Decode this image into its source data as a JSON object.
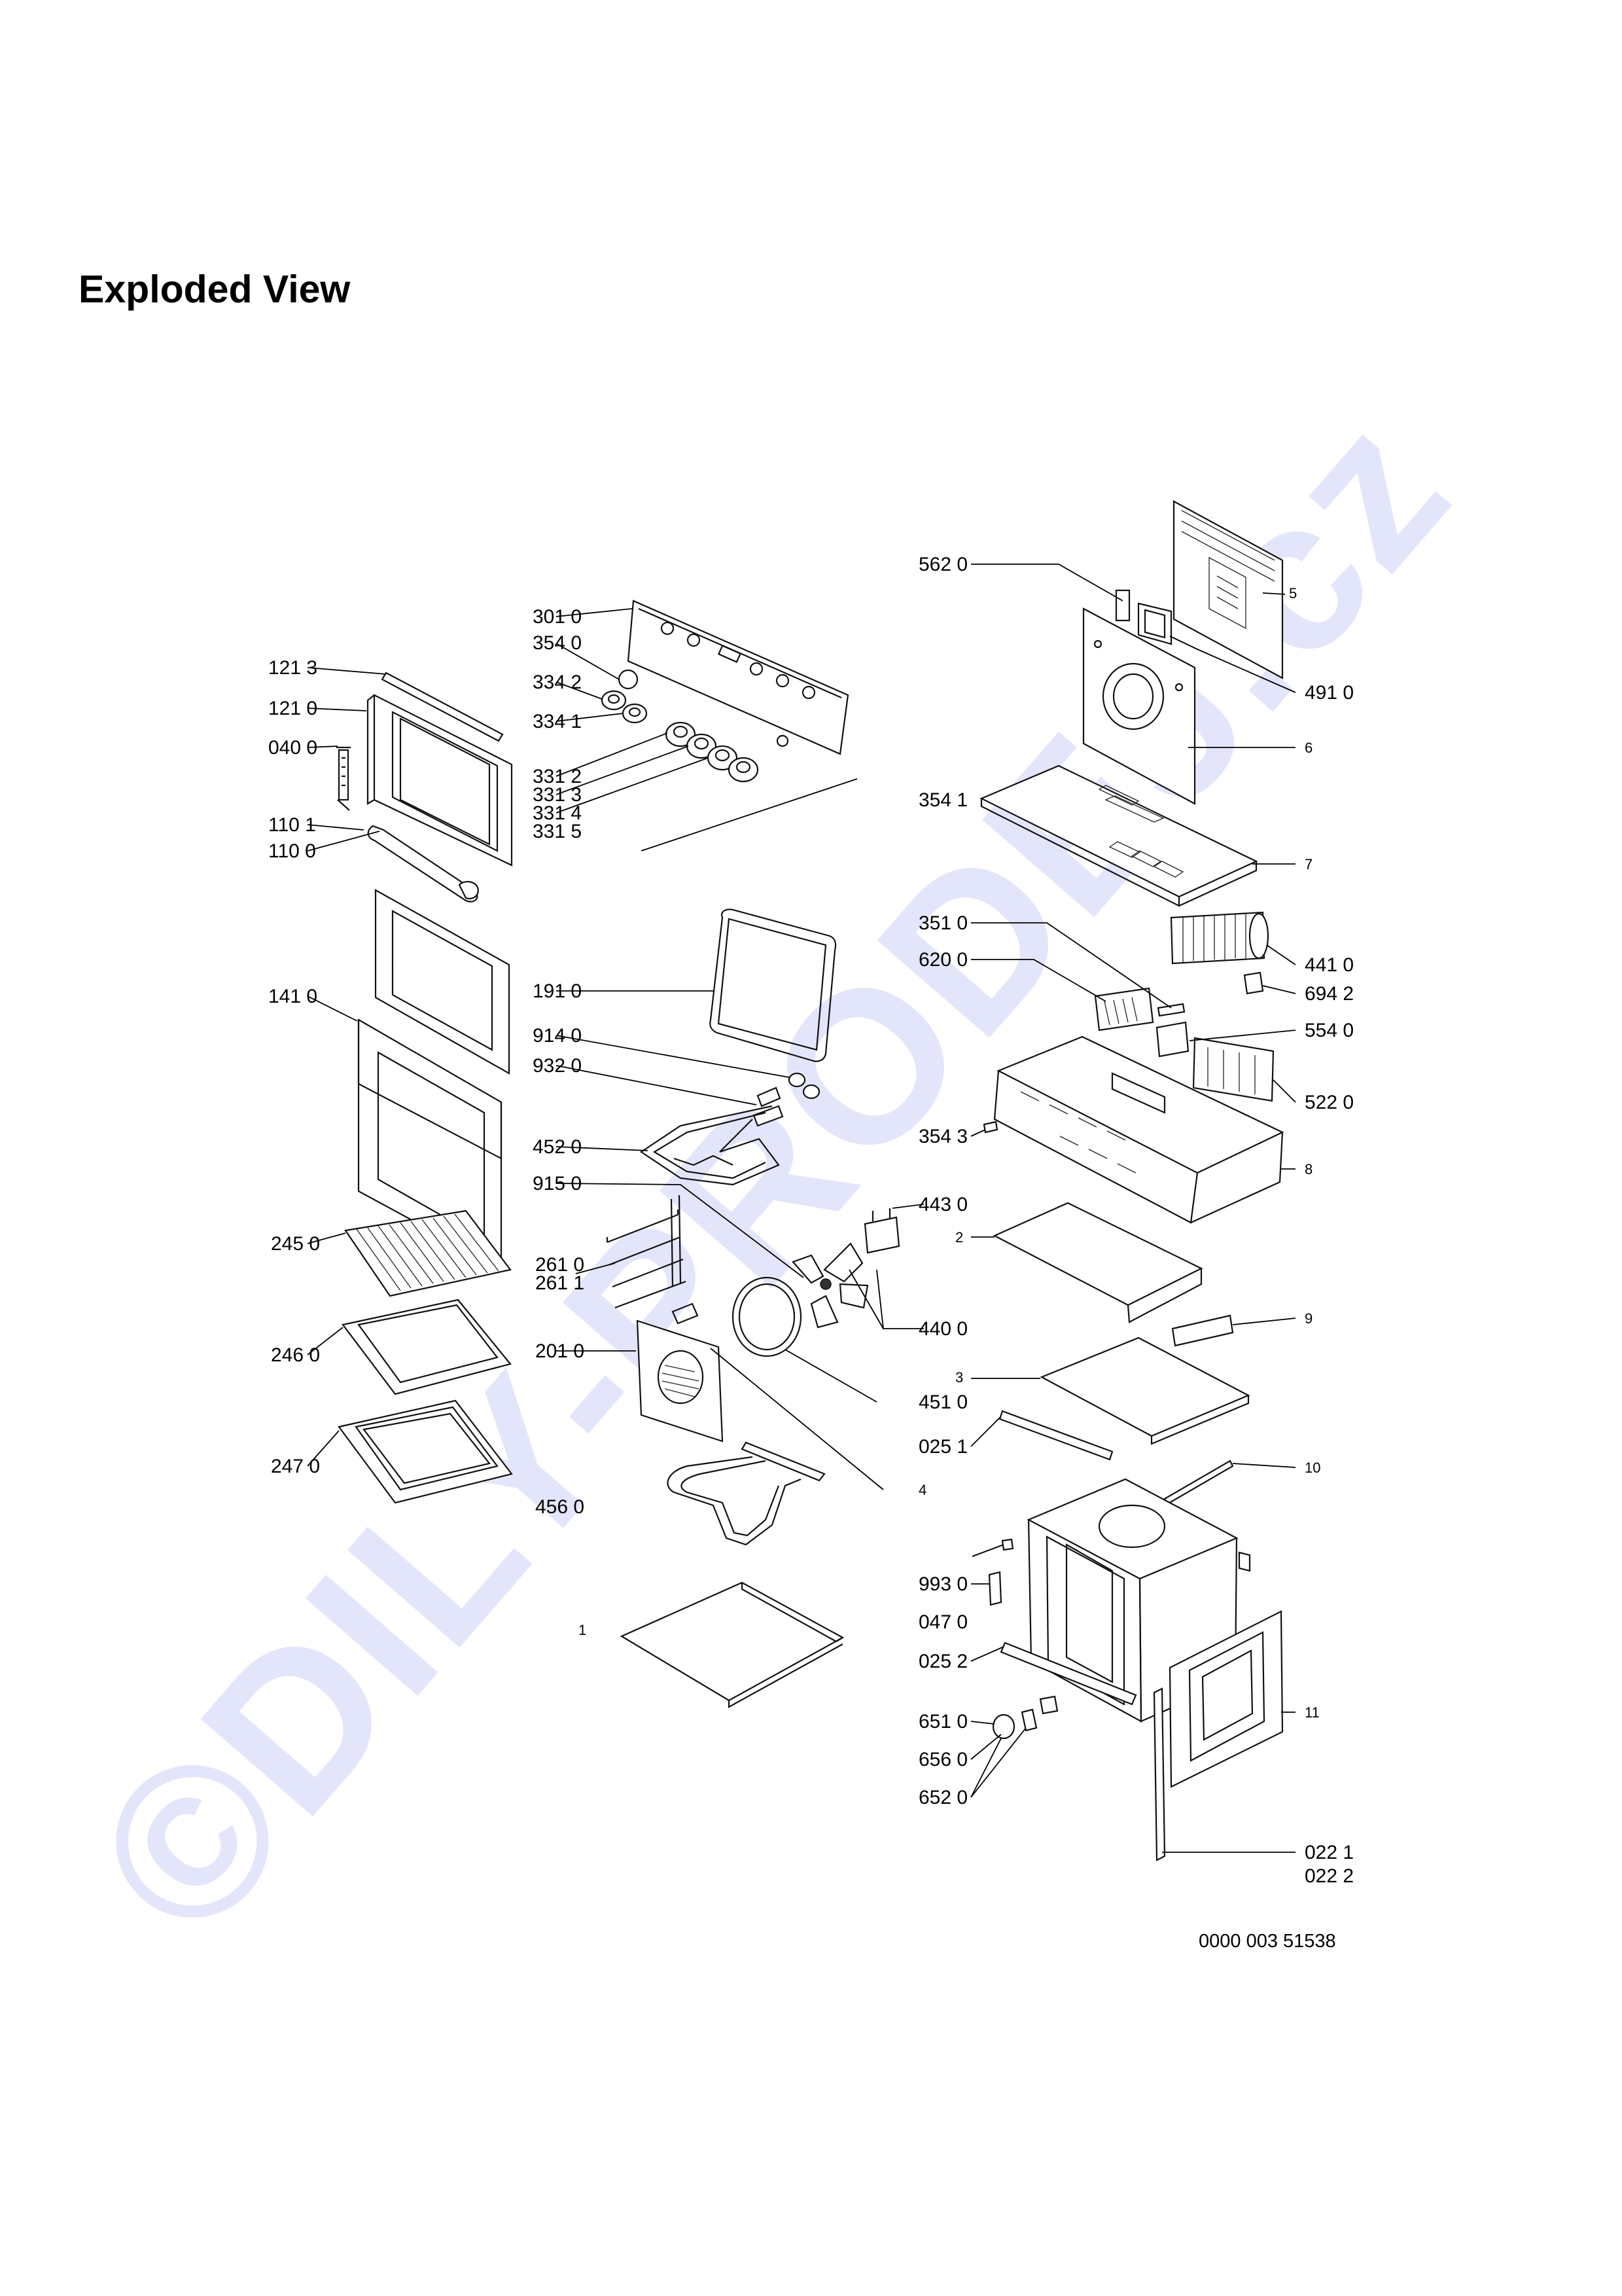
{
  "title": "Exploded View",
  "watermark": "©DILY-PRODEJ.cz",
  "document_number": "0000 003 51538",
  "part_labels": {
    "p121_3": "121 3",
    "p121_0": "121 0",
    "p040_0": "040 0",
    "p110_1": "110 1",
    "p110_0": "110 0",
    "p141_0": "141 0",
    "p245_0": "245 0",
    "p246_0": "246 0",
    "p247_0": "247 0",
    "p301_0": "301 0",
    "p354_0": "354 0",
    "p334_2": "334 2",
    "p334_1": "334 1",
    "p331_2": "331 2",
    "p331_3": "331 3",
    "p331_4": "331 4",
    "p331_5": "331 5",
    "p191_0": "191 0",
    "p914_0": "914 0",
    "p932_0": "932 0",
    "p452_0": "452 0",
    "p915_0": "915 0",
    "p261_0": "261 0",
    "p261_1": "261 1",
    "p201_0": "201 0",
    "p456_0": "456 0",
    "p1": "1",
    "p443_0": "443 0",
    "p440_0": "440 0",
    "p451_0": "451 0",
    "p025_1": "025 1",
    "p4": "4",
    "p562_0": "562 0",
    "p5": "5",
    "p491_0": "491 0",
    "p6": "6",
    "p354_1": "354 1",
    "p7": "7",
    "p351_0": "351 0",
    "p620_0": "620 0",
    "p441_0": "441 0",
    "p694_2": "694 2",
    "p554_0": "554 0",
    "p522_0": "522 0",
    "p354_3": "354 3",
    "p8": "8",
    "p2": "2",
    "p9": "9",
    "p3": "3",
    "p10": "10",
    "p993_0": "993 0",
    "p047_0": "047 0",
    "p025_2": "025 2",
    "p651_0": "651 0",
    "p656_0": "656 0",
    "p652_0": "652 0",
    "p11": "11",
    "p022_1": "022 1",
    "p022_2": "022 2"
  },
  "colors": {
    "line": "#111111",
    "watermark": "#e3e6fb"
  }
}
